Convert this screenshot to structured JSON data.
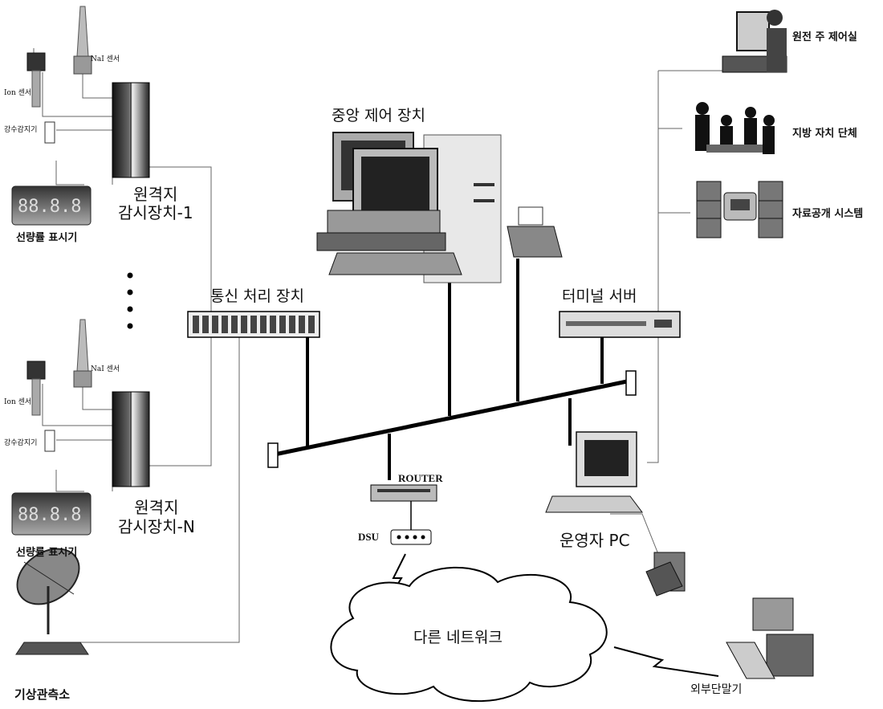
{
  "diagram": {
    "central_control": "중앙 제어 장치",
    "comm_processor": "통신 처리 장치",
    "terminal_server": "터미널 서버",
    "router": "ROUTER",
    "dsu": "DSU",
    "operator_pc": "운영자 PC",
    "other_network": "다른 네트워크",
    "external_terminal": "외부단말기",
    "weather_station": "기상관측소",
    "remote_1": {
      "line1": "원격지",
      "line2": "감시장치-1"
    },
    "remote_n": {
      "line1": "원격지",
      "line2": "감시장치-N"
    },
    "nai_sensor": "NaI 센서",
    "ion_sensor": "Ion 센서",
    "rain_sensor": "강수감지기",
    "dose_display": "선량률 표시기",
    "plant_control_room": "원전 주 제어실",
    "local_government": "지방 자치 단체",
    "data_disclosure": "자료공개 시스템"
  }
}
